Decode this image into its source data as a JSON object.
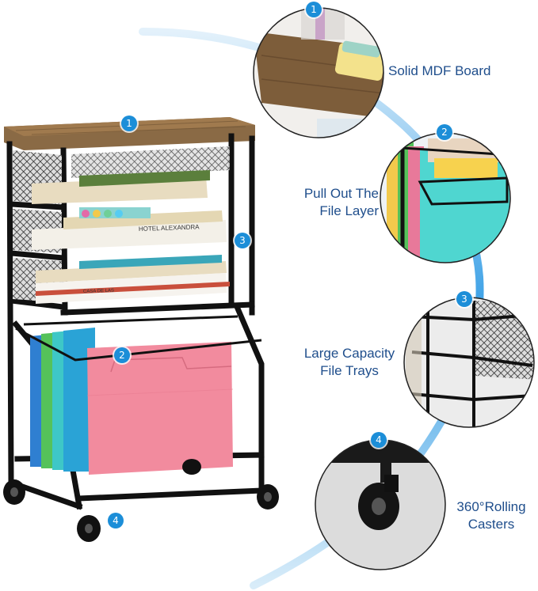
{
  "callouts": [
    {
      "number": "1",
      "label": "Solid MDF Board"
    },
    {
      "number": "2",
      "label_line1": "Pull Out The",
      "label_line2": "File Layer"
    },
    {
      "number": "3",
      "label_line1": "Large Capacity",
      "label_line2": "File Trays"
    },
    {
      "number": "4",
      "label_line1": "360°Rolling",
      "label_line2": "Casters"
    }
  ],
  "book_spines": {
    "hotel": "HOTEL ALEXANDRA",
    "casa": "CASA DE LAS"
  },
  "colors": {
    "accent_blue": "#1c8ed8",
    "label_text": "#1f4e8c",
    "frame_black": "#111111",
    "wood_top": "#8a6a45",
    "folder_pink": "#f28b9e",
    "folder_teal": "#3ec7c7",
    "folder_blue": "#2f7fd1",
    "folder_green": "#55c25a"
  }
}
